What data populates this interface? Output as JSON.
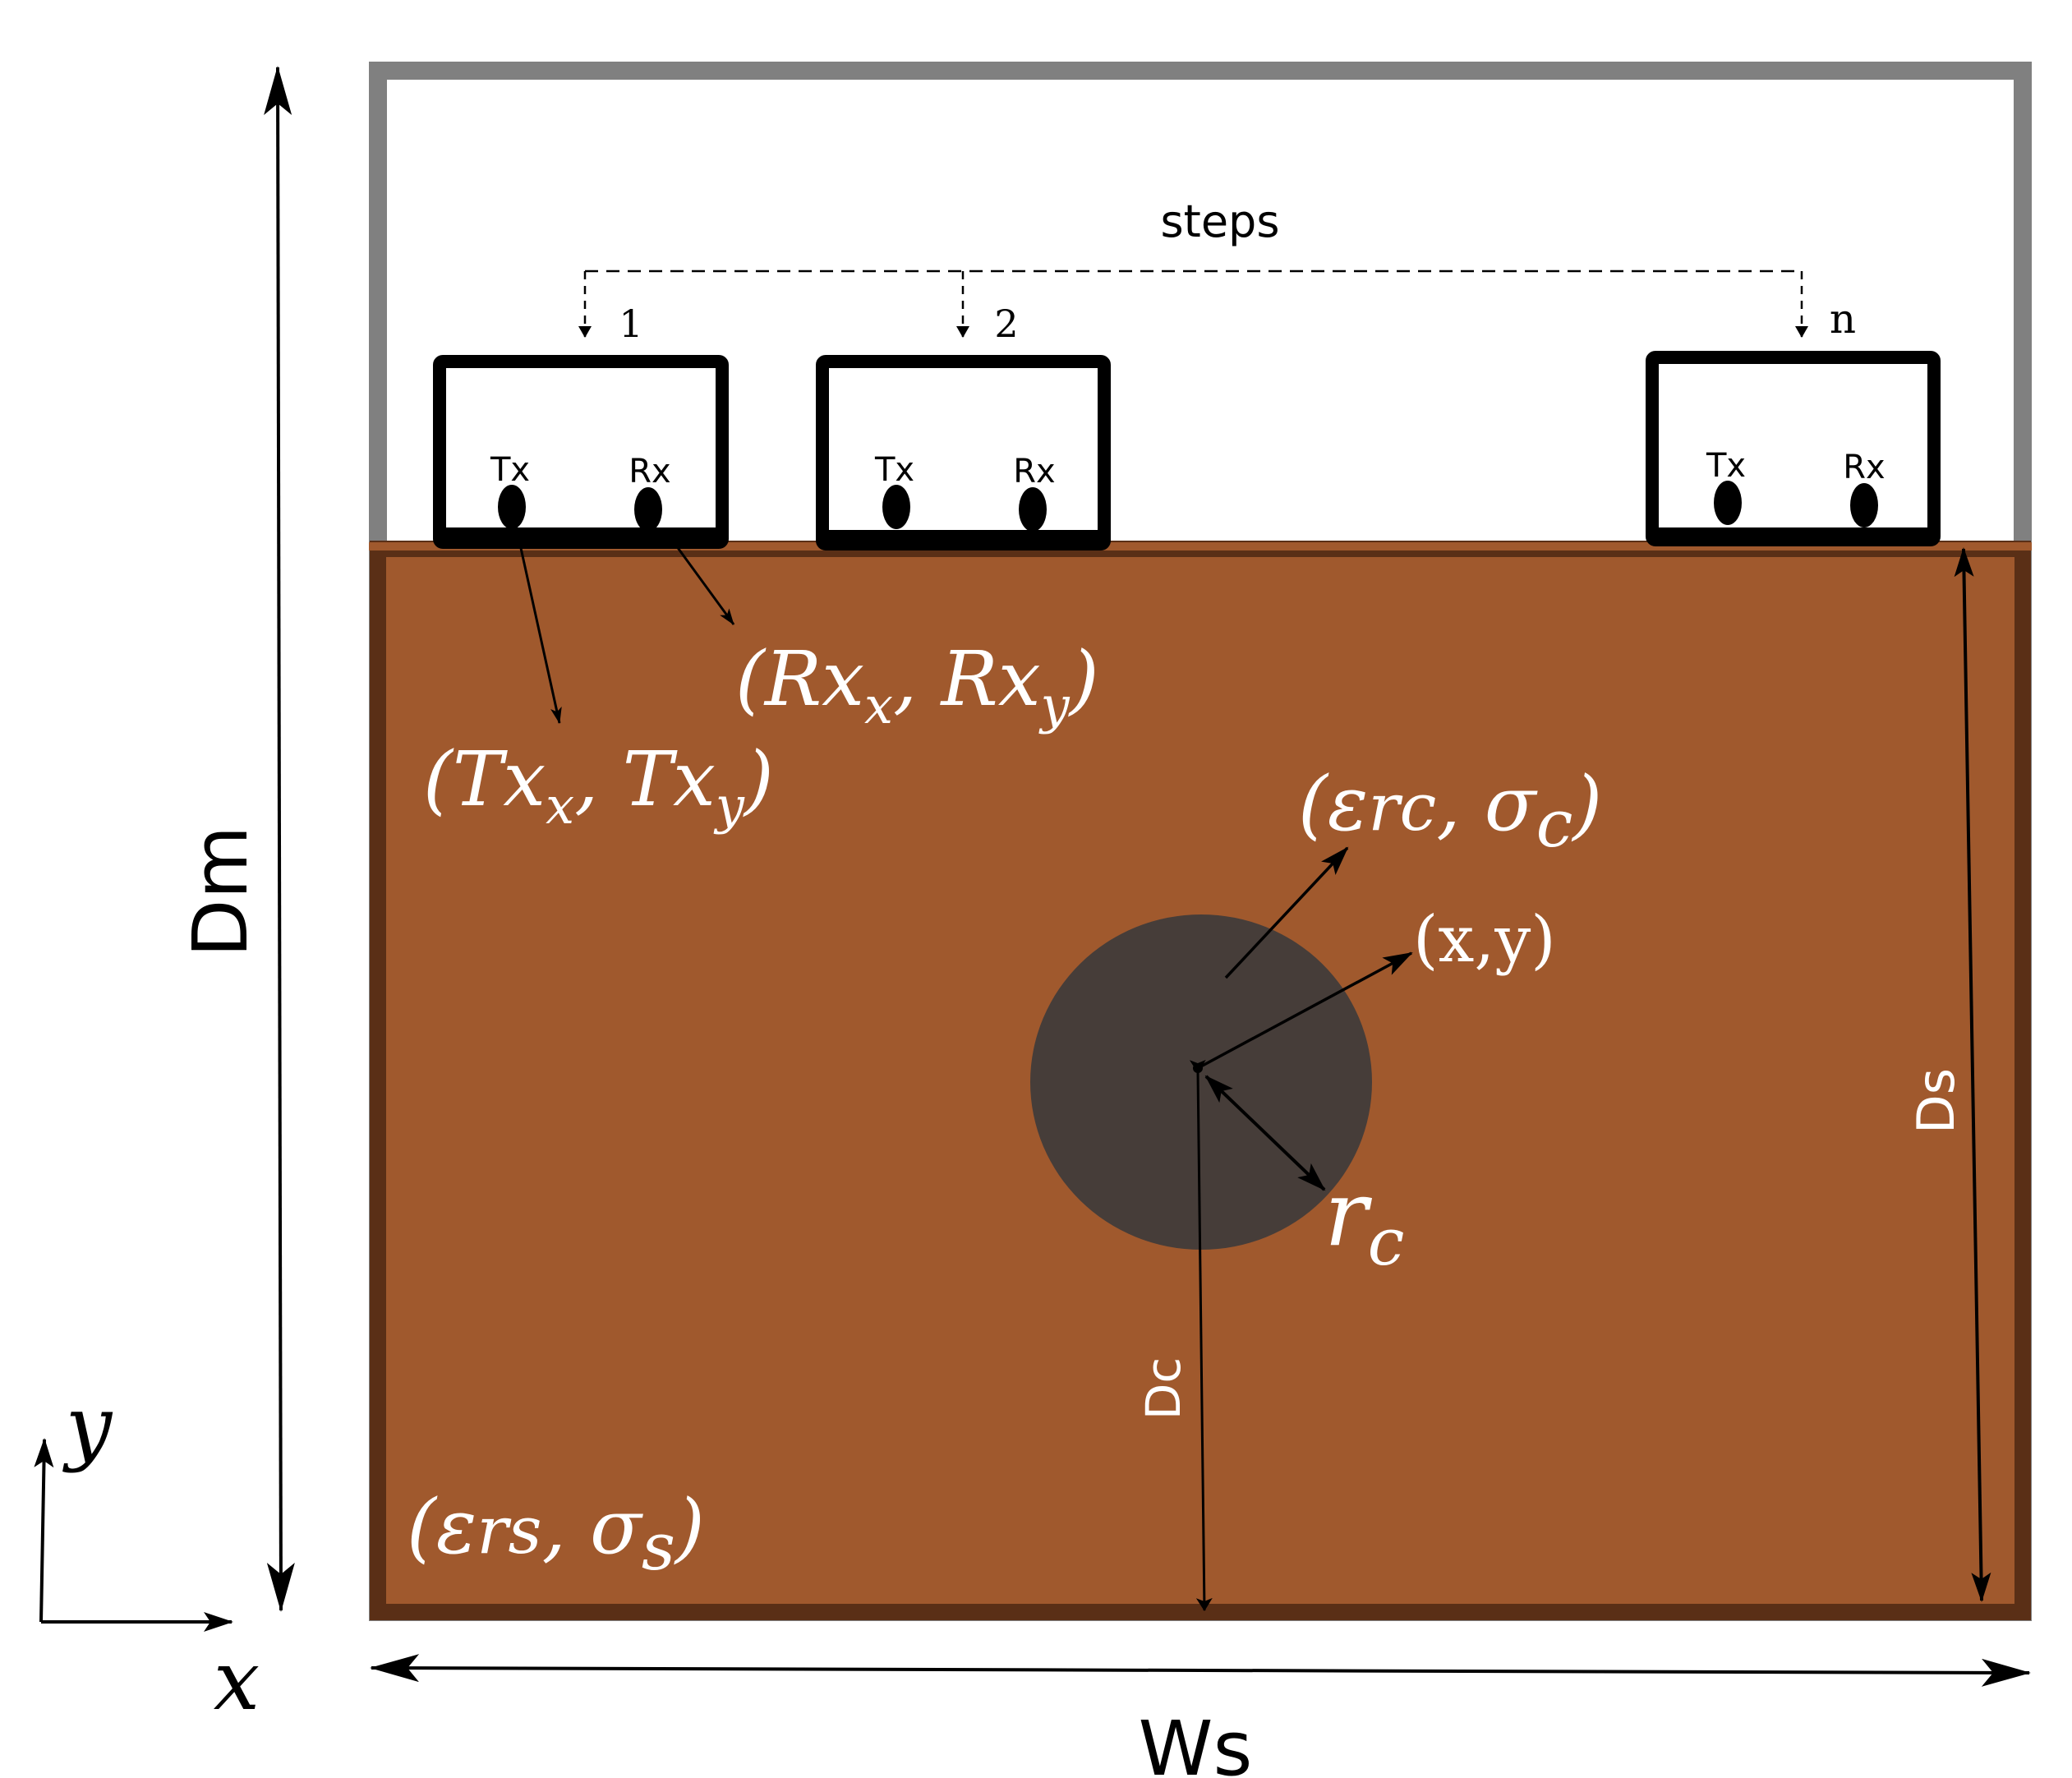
{
  "labels": {
    "steps": "steps",
    "step_1": "1",
    "step_2": "2",
    "step_n": "n",
    "tx": "Tx",
    "rx": "Rx",
    "tx_coord": "(Tx",
    "tx_coord_sub_x": "x",
    "tx_coord_mid": ", Tx",
    "tx_coord_sub_y": "y",
    "close_paren": ")",
    "rx_coord": "(Rx",
    "rx_coord_sub_x": "x",
    "rx_coord_mid": ", Rx",
    "rx_coord_sub_y": "y",
    "cyl_props_open": "(ε",
    "cyl_props_sub_eps": "rc",
    "cyl_props_mid": ", σ",
    "cyl_props_sub_sigma": "c",
    "cyl_center": "(x,y)",
    "radius": "r",
    "radius_sub": "c",
    "soil_props_open": "(ε",
    "soil_props_sub_eps": "rs",
    "soil_props_mid": ", σ",
    "soil_props_sub_sigma": "s",
    "dm": "Dm",
    "ds": "Ds",
    "dc": "Dc",
    "ws": "Ws",
    "axis_x": "x",
    "axis_y": "y"
  },
  "colors": {
    "soil": "#a0592d",
    "soil_border": "#5a2f16",
    "domain_border": "#808080",
    "cylinder": "#463d39",
    "antenna_frame": "#000000",
    "annotation_light": "#ffffff",
    "annotation_dark": "#000000"
  },
  "icons": {
    "transmitter": "black-ellipse",
    "receiver": "black-ellipse"
  }
}
